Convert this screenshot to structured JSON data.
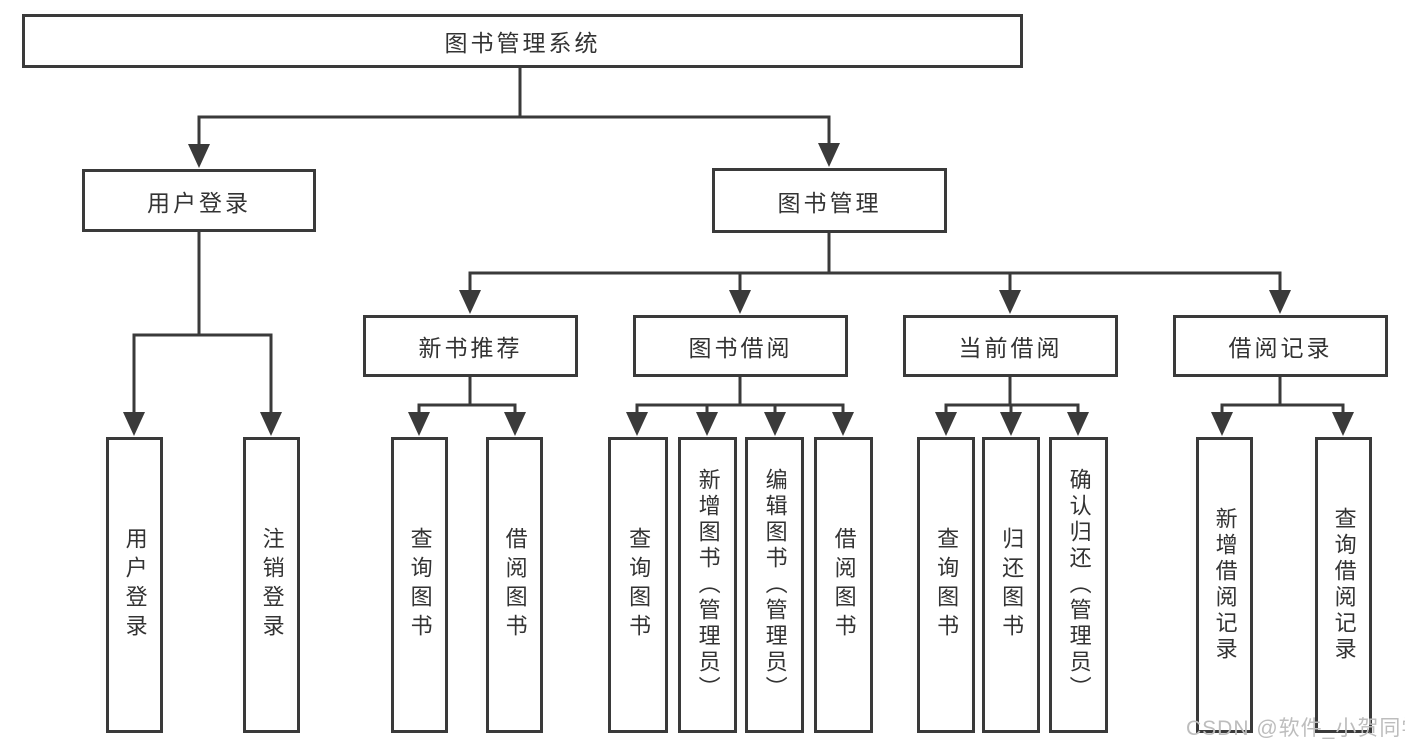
{
  "tree": {
    "root": "图书管理系统",
    "level2": [
      "用户登录",
      "图书管理"
    ],
    "level3": [
      "新书推荐",
      "图书借阅",
      "当前借阅",
      "借阅记录"
    ],
    "leaves": [
      "用户登录",
      "注销登录",
      "查询图书",
      "借阅图书",
      "查询图书",
      "新增图书（管理员）",
      "编辑图书（管理员）",
      "借阅图书",
      "查询图书",
      "归还图书",
      "确认归还（管理员）",
      "新增借阅记录",
      "查询借阅记录"
    ]
  },
  "watermark": "CSDN @软件_小贺同学",
  "colors": {
    "line": "#3a3a3a",
    "text": "#333333",
    "watermark": "#bdbdbd",
    "background": "#ffffff"
  }
}
